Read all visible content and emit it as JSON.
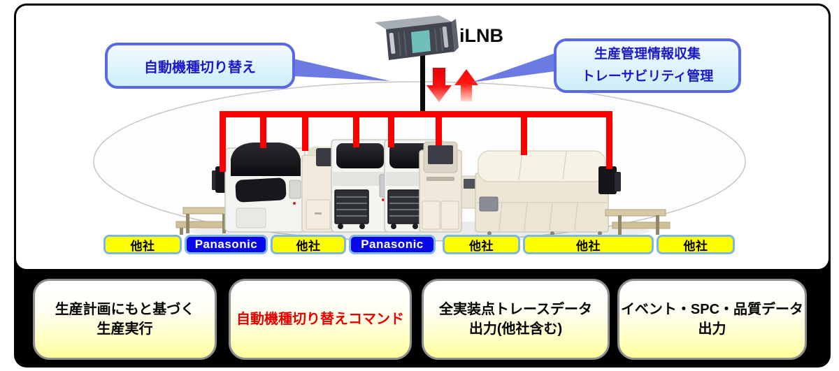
{
  "server": {
    "label": "iLNB"
  },
  "callouts": {
    "left": {
      "text": "自動機種切り替え"
    },
    "right": {
      "line1": "生産管理情報収集",
      "line2": "トレーサビリティ管理"
    }
  },
  "machine_labels": [
    {
      "label": "他社",
      "type": "other"
    },
    {
      "label": "Panasonic",
      "type": "panasonic"
    },
    {
      "label": "他社",
      "type": "other"
    },
    {
      "label": "Panasonic",
      "type": "panasonic"
    },
    {
      "label": "他社",
      "type": "other"
    },
    {
      "label": "他社",
      "type": "other"
    },
    {
      "label": "他社",
      "type": "other"
    }
  ],
  "bottom_panels": [
    {
      "line1": "生産計画にもと基づく",
      "line2": "生産実行"
    },
    {
      "line1": "自動機種切り替えコマンド",
      "line2": ""
    },
    {
      "line1": "全実装点トレースデータ",
      "line2": "出力(他社含む)"
    },
    {
      "line1": "イベント・SPC・品質データ",
      "line2": "出力"
    }
  ],
  "colors": {
    "panasonic_blue": "#0808e8",
    "other_yellow": "#ffff00",
    "label_border": "#7db8e4",
    "callout_border": "#5968e6",
    "callout_text": "#1a1acc",
    "network_red": "#ff0000",
    "command_red": "#e60000"
  }
}
